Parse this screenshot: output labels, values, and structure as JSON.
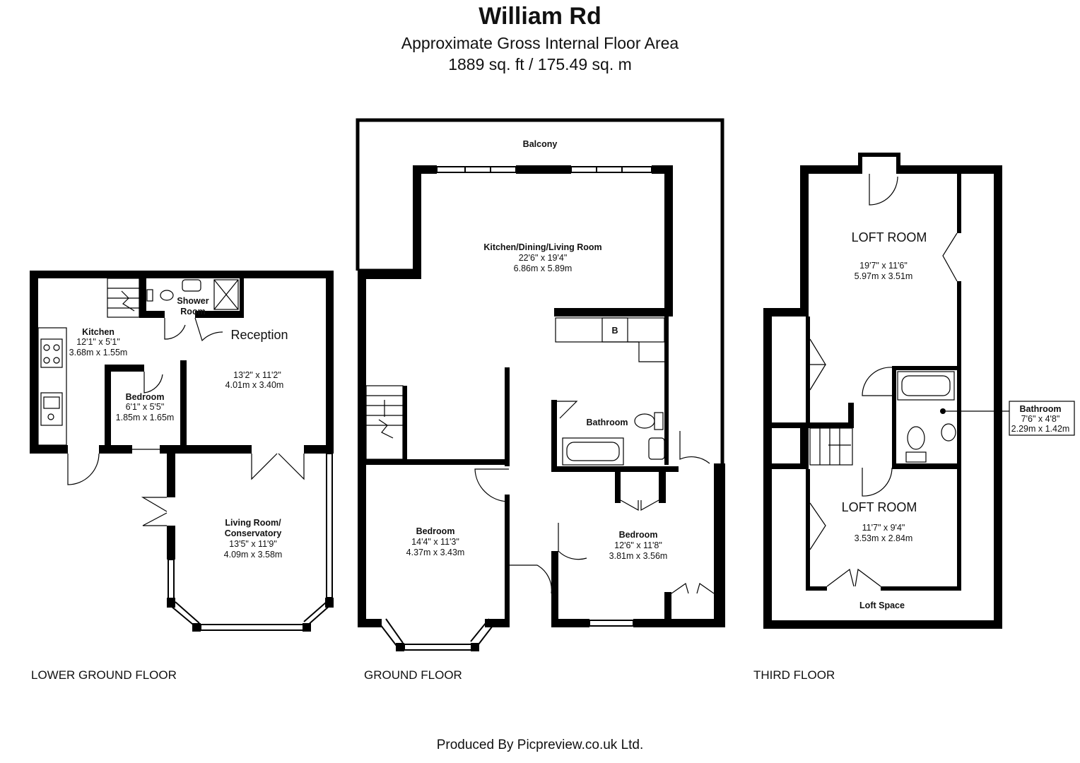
{
  "header": {
    "title": "William Rd",
    "subtitle": "Approximate Gross Internal Floor Area",
    "area": "1889 sq. ft / 175.49 sq. m"
  },
  "floors": {
    "lower_ground": {
      "label": "LOWER GROUND FLOOR",
      "rooms": {
        "kitchen": {
          "name": "Kitchen",
          "imperial": "12'1\" x 5'1\"",
          "metric": "3.68m x 1.55m"
        },
        "shower": {
          "name_1": "Shower",
          "name_2": "Room"
        },
        "reception": {
          "name": "Reception",
          "imperial": "13'2\" x 11'2\"",
          "metric": "4.01m x 3.40m"
        },
        "bedroom": {
          "name": "Bedroom",
          "imperial": "6'1\" x 5'5\"",
          "metric": "1.85m x 1.65m"
        },
        "living": {
          "name_1": "Living Room/",
          "name_2": "Conservatory",
          "imperial": "13'5\" x 11'9\"",
          "metric": "4.09m x 3.58m"
        }
      }
    },
    "ground": {
      "label": "GROUND FLOOR",
      "rooms": {
        "balcony": {
          "name": "Balcony"
        },
        "kdl": {
          "name": "Kitchen/Dining/Living Room",
          "imperial": "22'6\" x 19'4\"",
          "metric": "6.86m x 5.89m"
        },
        "boiler": {
          "name": "B"
        },
        "bathroom": {
          "name": "Bathroom"
        },
        "bedroom1": {
          "name": "Bedroom",
          "imperial": "14'4\" x 11'3\"",
          "metric": "4.37m x 3.43m"
        },
        "bedroom2": {
          "name": "Bedroom",
          "imperial": "12'6\" x 11'8\"",
          "metric": "3.81m x 3.56m"
        }
      }
    },
    "third": {
      "label": "THIRD FLOOR",
      "rooms": {
        "loft1": {
          "name": "LOFT ROOM",
          "imperial": "19'7\" x 11'6\"",
          "metric": "5.97m x 3.51m"
        },
        "loft2": {
          "name": "LOFT ROOM",
          "imperial": "11'7\" x 9'4\"",
          "metric": "3.53m x 2.84m"
        },
        "loft_space": {
          "name": "Loft Space"
        },
        "bathroom": {
          "name": "Bathroom",
          "imperial": "7'6\" x 4'8\"",
          "metric": "2.29m x 1.42m"
        }
      }
    }
  },
  "footer": "Produced By Picpreview.co.uk Ltd."
}
